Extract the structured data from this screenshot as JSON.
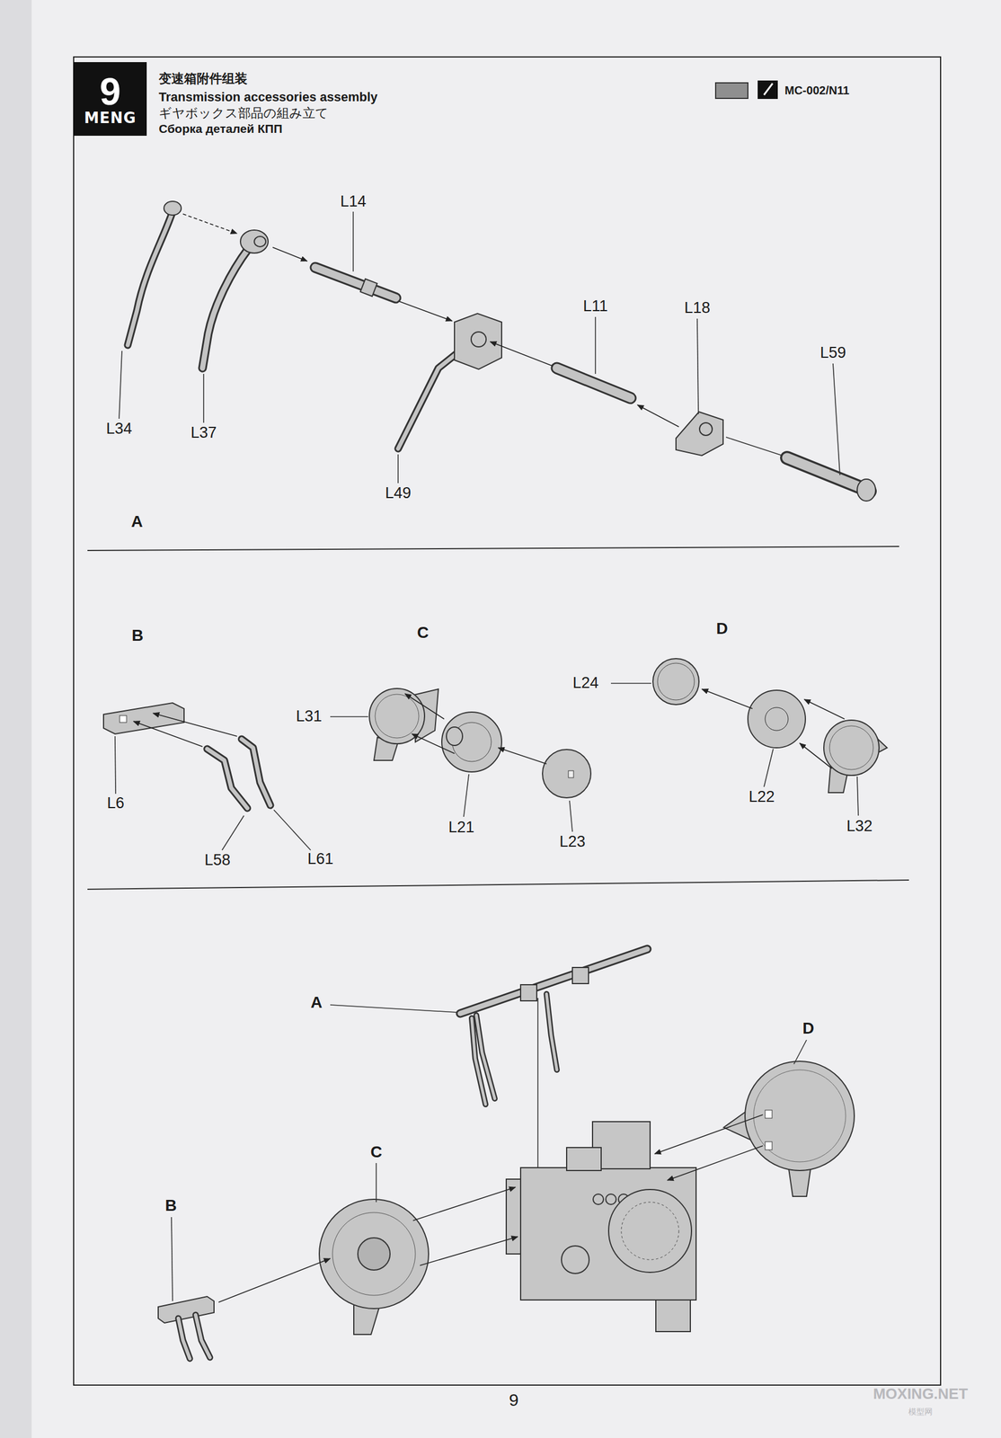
{
  "diagram": {
    "title": "变速箱附件组装",
    "nodes": [
      {
        "text": [
          "9",
          "MENG"
        ]
      }
    ],
    "labels": [
      "Transmission accessories assembly",
      "ギヤボックス部品の組み立て",
      "Сборка деталей КПП",
      "MC-002/N11",
      "L14",
      "L34",
      "L37",
      "L49",
      "L11",
      "L18",
      "L59",
      "A",
      "B",
      "C",
      "D",
      "L6",
      "L58",
      "L61",
      "L31",
      "L21",
      "L23",
      "L24",
      "L22",
      "L32",
      "A",
      "D",
      "C",
      "B",
      "9",
      "MOXING.NET",
      "模型网"
    ]
  }
}
